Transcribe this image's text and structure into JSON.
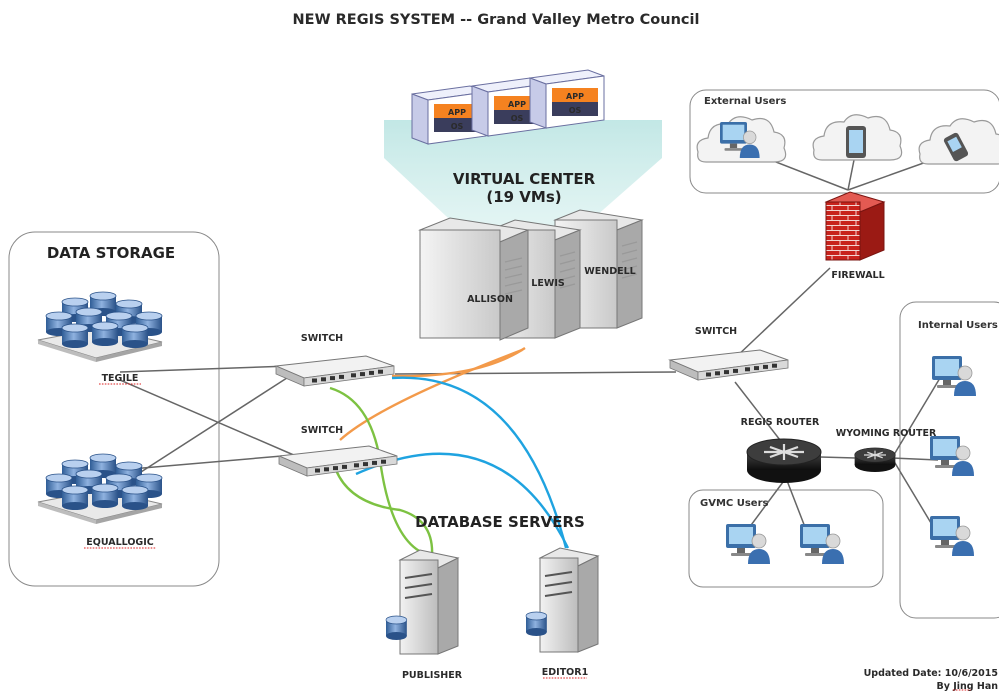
{
  "title": "NEW REGIS SYSTEM -- Grand Valley Metro Council",
  "sections": {
    "data_storage": "DATA STORAGE",
    "virtual_center_line1": "VIRTUAL CENTER",
    "virtual_center_line2": "(19 VMs)",
    "database_servers": "DATABASE SERVERS"
  },
  "vm_tiles": [
    {
      "app": "APP",
      "os": "OS"
    },
    {
      "app": "APP",
      "os": "OS"
    },
    {
      "app": "APP",
      "os": "OS"
    }
  ],
  "hosts": [
    "ALLISON",
    "LEWIS",
    "WENDELL"
  ],
  "storage": [
    "TEGILE",
    "EQUALLOGIC"
  ],
  "switches": [
    "SWITCH",
    "SWITCH",
    "SWITCH"
  ],
  "db_servers": [
    "PUBLISHER",
    "EDITOR1"
  ],
  "firewall": "FIREWALL",
  "routers": {
    "regis": "REGIS ROUTER",
    "wyoming": "WYOMING ROUTER"
  },
  "user_groups": {
    "external": "External Users",
    "internal": "Internal Users",
    "gvmc": "GVMC Users"
  },
  "footer": {
    "updated": "Updated Date: 10/6/2015",
    "author": "By Jing Han"
  },
  "colors": {
    "orange_link": "#f39a4a",
    "green_link": "#7dc242",
    "blue_link": "#1fa3e0",
    "app_orange": "#f58220",
    "os_navy": "#3a3d5c",
    "firewall_red": "#c8231c"
  }
}
